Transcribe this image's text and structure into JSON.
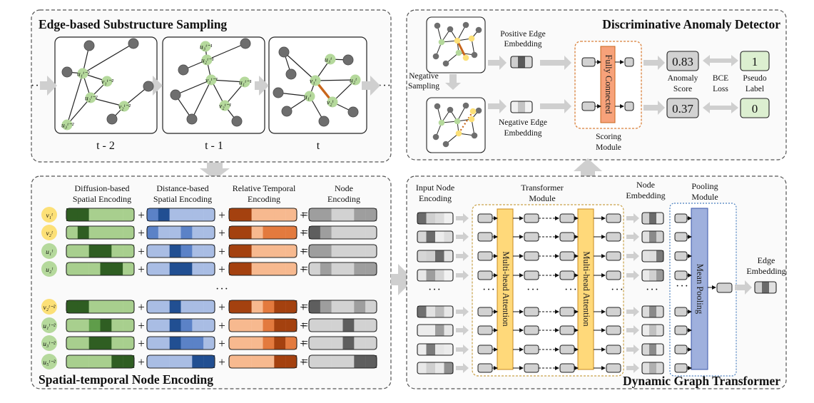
{
  "panels": {
    "sampling": {
      "title": "Edge-based Substructure Sampling",
      "times": [
        "t - 2",
        "t - 1",
        "t"
      ],
      "ellipsis": "···"
    },
    "detector": {
      "title": "Discriminative Anomaly Detector"
    },
    "encoding": {
      "title": "Spatial-temporal Node Encoding"
    },
    "transformer": {
      "title": "Dynamic Graph Transformer"
    }
  },
  "node_labels": {
    "g1": {
      "u1": "u₁ᵗ⁻²",
      "v1": "v₁ᵗ⁻²",
      "u2": "u₂ᵗ⁻²",
      "v2": "v₂ᵗ⁻²",
      "u3": "u₃ᵗ⁻²"
    },
    "g2": {
      "u3": "u₃ᵗ⁻¹",
      "u2": "u₂ᵗ⁻¹",
      "v1": "v₁ᵗ⁻¹",
      "u1": "u₁ᵗ⁻¹",
      "v2": "v₂ᵗ⁻¹"
    },
    "g3": {
      "u3": "u₃ᵗ",
      "v1": "v₁ᵗ",
      "u2": "u₂ᵗ",
      "u1": "u₁ᵗ",
      "v2": "v₂ᵗ"
    }
  },
  "encoding": {
    "headers": {
      "diffusion": [
        "Diffusion-based",
        "Spatial Encoding"
      ],
      "distance": [
        "Distance-based",
        "Spatial Encoding"
      ],
      "temporal": [
        "Relative Temporal",
        "Encoding"
      ],
      "node": [
        "Node",
        "Encoding"
      ]
    },
    "rows": [
      {
        "label": "v₁ᵗ",
        "kind": "v"
      },
      {
        "label": "v₂ᵗ",
        "kind": "v"
      },
      {
        "label": "u₁ᵗ",
        "kind": "u"
      },
      {
        "label": "u₂ᵗ",
        "kind": "u"
      },
      {
        "label": "v₂ᵗ⁻²",
        "kind": "v"
      },
      {
        "label": "u₁ᵗ⁻²",
        "kind": "u"
      },
      {
        "label": "u₃ᵗ⁻²",
        "kind": "u"
      },
      {
        "label": "u₅ᵗ⁻²",
        "kind": "u"
      }
    ],
    "plus": "+",
    "equals": "=",
    "ellipsis": "···"
  },
  "detector": {
    "positive_label": [
      "Positive Edge",
      "Embedding"
    ],
    "negative_label": [
      "Negative Edge",
      "Embedding"
    ],
    "negative_sampling": [
      "Negative",
      "Sampling"
    ],
    "fully_connected": "Fully Connected",
    "scoring_module": [
      "Scoring",
      "Module"
    ],
    "score_high": "0.83",
    "score_low": "0.37",
    "anomaly_score": [
      "Anomaly",
      "Score"
    ],
    "bce_loss": [
      "BCE",
      "Loss"
    ],
    "pseudo_label": [
      "Pseudo",
      "Label"
    ],
    "label_one": "1",
    "label_zero": "0"
  },
  "transformer": {
    "input_label": [
      "Input Node",
      "Encoding"
    ],
    "module_label": [
      "Transformer",
      "Module"
    ],
    "node_emb_label": [
      "Node",
      "Embedding"
    ],
    "pooling_label": [
      "Pooling",
      "Module"
    ],
    "attention": "Multi-head Attention",
    "mean_pooling": "Mean Pooling",
    "edge_emb_label": [
      "Edge",
      "Embedding"
    ],
    "ellipsis": "···"
  },
  "colors": {
    "green_node": "#b5d99c",
    "yellow_node": "#fce077",
    "gray_node": "#6e6e6e",
    "attention_fill": "#ffd97a",
    "pooling_fill": "#9fb0dd",
    "fc_fill": "#f7a27a",
    "orange_edge": "#c8661c",
    "score_fill": "#d2d2d2",
    "label_fill": "#dcefd0"
  }
}
